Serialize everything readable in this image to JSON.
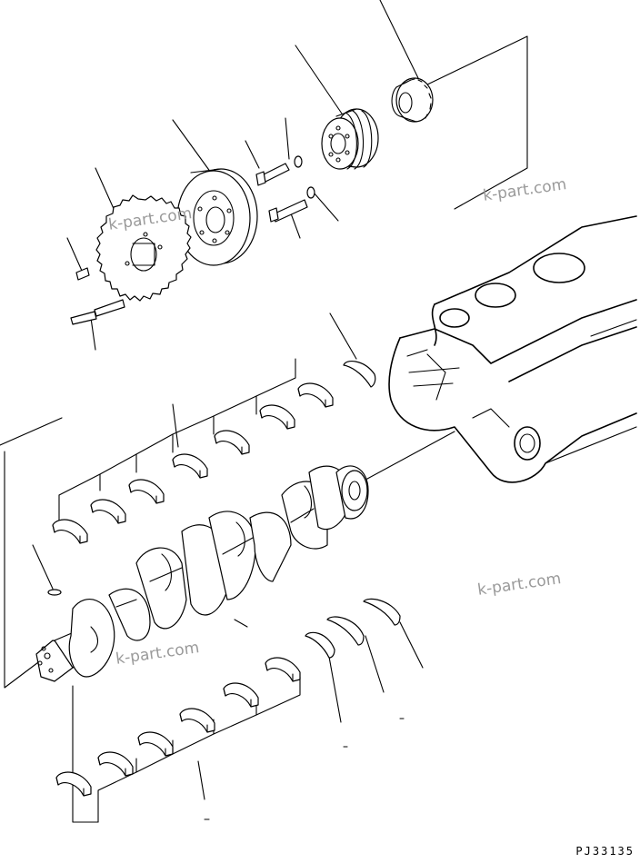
{
  "watermarks": [
    "k-part.com",
    "k-part.com",
    "k-part.com",
    "k-part.com"
  ],
  "drawing_code": "PJ33135",
  "parts": [
    "crankshaft-gear",
    "pulley",
    "vibration-damper",
    "bolt",
    "washer",
    "pin",
    "thrust-washer",
    "upper-main-bearing",
    "lower-main-bearing",
    "crankshaft",
    "key",
    "cylinder-block"
  ]
}
